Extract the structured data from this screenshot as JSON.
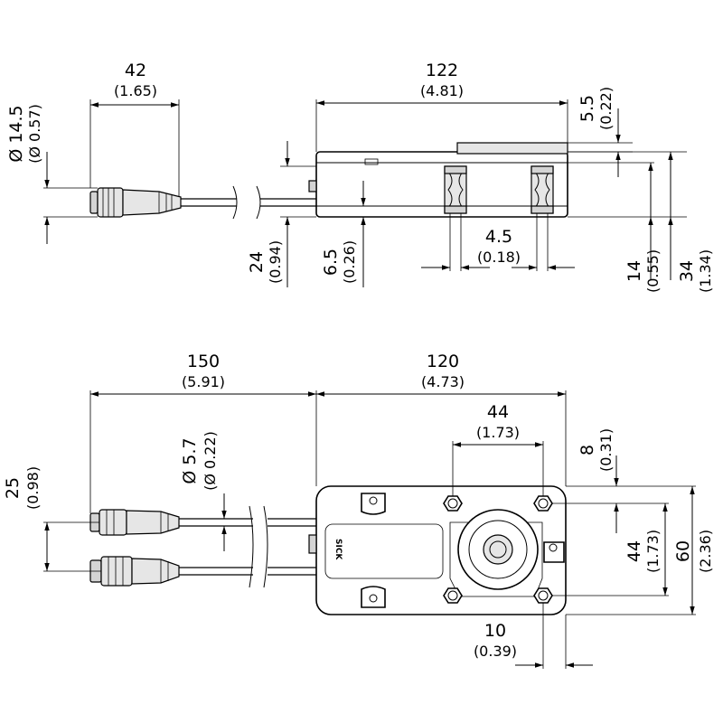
{
  "side_view": {
    "conn_length": {
      "mm": "42",
      "in": "(1.65)"
    },
    "conn_dia": {
      "mm": "Ø 14.5",
      "in": "(Ø 0.57)"
    },
    "width": {
      "mm": "122",
      "in": "(4.81)"
    },
    "top_offset": {
      "mm": "5.5",
      "in": "(0.22)"
    },
    "cable_height": {
      "mm": "24",
      "in": "(0.94)"
    },
    "base_height": {
      "mm": "6.5",
      "in": "(0.26)"
    },
    "hole_dia": {
      "mm": "4.5",
      "in": "(0.18)"
    },
    "body_height": {
      "mm": "14",
      "in": "(0.55)"
    },
    "total_height": {
      "mm": "34",
      "in": "(1.34)"
    }
  },
  "top_view": {
    "cable_length": {
      "mm": "150",
      "in": "(5.91)"
    },
    "width": {
      "mm": "120",
      "in": "(4.73)"
    },
    "hole_spacing": {
      "mm": "44",
      "in": "(1.73)"
    },
    "top_margin": {
      "mm": "8",
      "in": "(0.31)"
    },
    "conn_offset": {
      "mm": "25",
      "in": "(0.98)"
    },
    "cable_dia": {
      "mm": "Ø 5.7",
      "in": "(Ø 0.22)"
    },
    "hole_spacing_v": {
      "mm": "44",
      "in": "(1.73)"
    },
    "depth": {
      "mm": "60",
      "in": "(2.36)"
    },
    "edge_offset": {
      "mm": "10",
      "in": "(0.39)"
    }
  },
  "logo_text": "SICK",
  "colors": {
    "line": "#000000",
    "fill": "#ffffff",
    "shade": "#e6e6e6"
  }
}
